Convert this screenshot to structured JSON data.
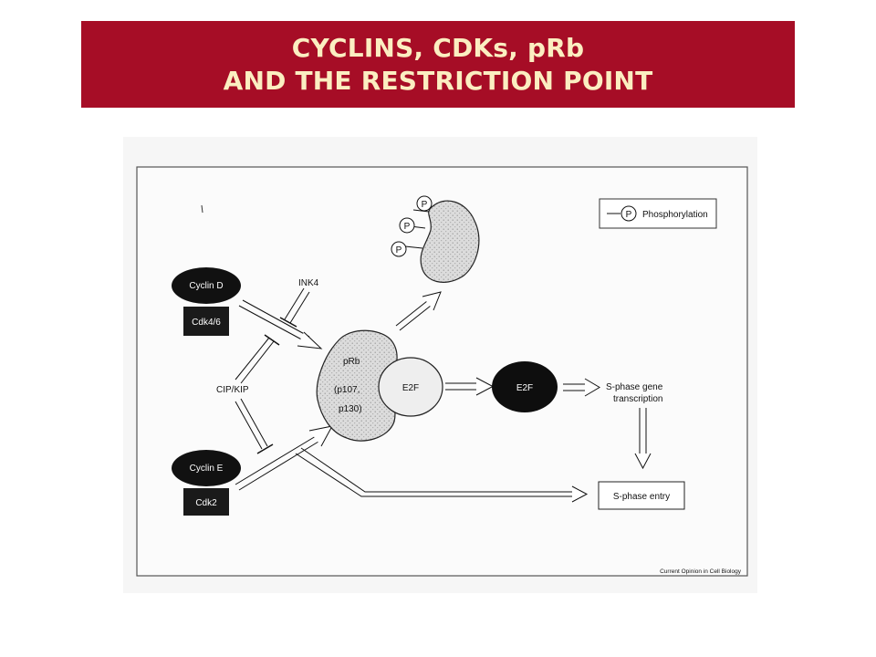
{
  "slide": {
    "title_line1": "CYCLINS, CDKs, pRb",
    "title_line2": "AND THE RESTRICTION POINT",
    "banner_color": "#a60d26",
    "title_color": "#fbeec1"
  },
  "diagram": {
    "legend": {
      "symbol": "P",
      "label": "Phosphorylation"
    },
    "cyclin_d": "Cyclin D",
    "cdk46": "Cdk4/6",
    "cyclin_e": "Cyclin E",
    "cdk2": "Cdk2",
    "ink4": "INK4",
    "cip_kip": "CIP/KIP",
    "prb_line1": "pRb",
    "prb_line2": "(p107,",
    "prb_line3": "p130)",
    "e2f_bound": "E2F",
    "e2f_free": "E2F",
    "phospho_symbol": "P",
    "s_phase_transcription_line1": "S-phase gene",
    "s_phase_transcription_line2": "transcription",
    "s_phase_entry": "S-phase entry",
    "credit": "Current Opinion in Cell Biology"
  }
}
